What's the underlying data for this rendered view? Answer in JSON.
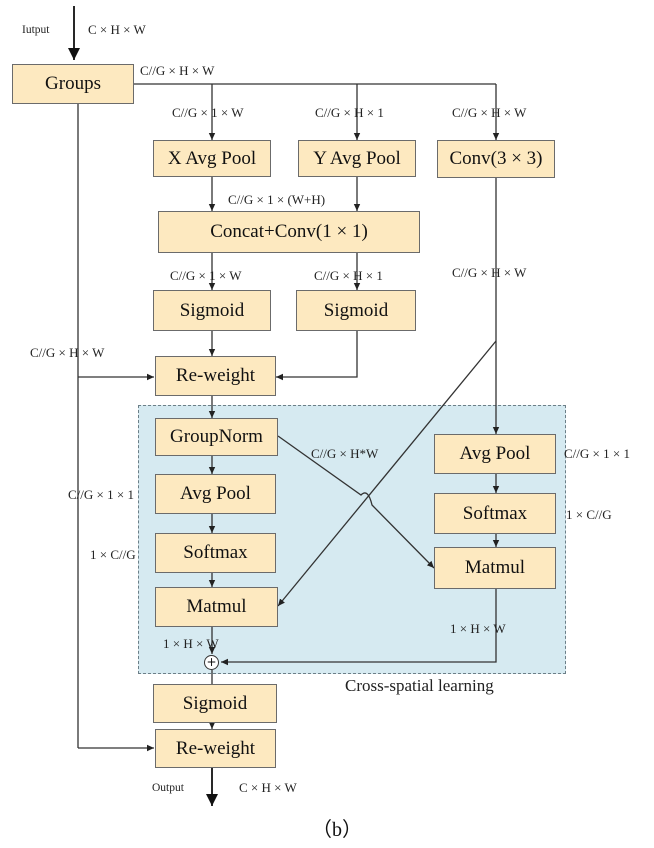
{
  "figure_label": "（b）",
  "region_caption": "Cross-spatial learning",
  "nodes": {
    "groups": "Groups",
    "x_avg_pool": "X Avg Pool",
    "y_avg_pool": "Y Avg Pool",
    "conv3x3": "Conv(3 × 3)",
    "concat_conv1x1": "Concat+Conv(1 × 1)",
    "sigmoid_left": "Sigmoid",
    "sigmoid_right": "Sigmoid",
    "reweight_top": "Re-weight",
    "groupnorm": "GroupNorm",
    "avg_pool_left": "Avg Pool",
    "softmax_left": "Softmax",
    "matmul_left": "Matmul",
    "avg_pool_right": "Avg Pool",
    "softmax_right": "Softmax",
    "matmul_right": "Matmul",
    "sigmoid_bottom": "Sigmoid",
    "reweight_bottom": "Re-weight",
    "sum_symbol": "+"
  },
  "labels": {
    "input_word": "Iutput",
    "input_dims": "C × H × W",
    "groups_out": "C//G × H × W",
    "x_pool_in": "C//G × 1 × W",
    "y_pool_in": "C//G × H × 1",
    "conv_in": "C//G × H × W",
    "concat_dims": "C//G × 1 × (W+H)",
    "split_left": "C//G × 1 × W",
    "split_right": "C//G × H × 1",
    "conv_out": "C//G × H × W",
    "skip_dims": "C//G × H × W",
    "groupnorm_out": "C//G × H*W",
    "avg_pool_left_out": "C//G × 1 × 1",
    "softmax_left_out": "1 × C//G",
    "avg_pool_right_out": "C//G × 1 × 1",
    "softmax_right_out": "1 × C//G",
    "matmul_left_out": "1 × H × W",
    "matmul_right_out": "1 × H × W",
    "output_word": "Output",
    "output_dims": "C × H × W"
  }
}
